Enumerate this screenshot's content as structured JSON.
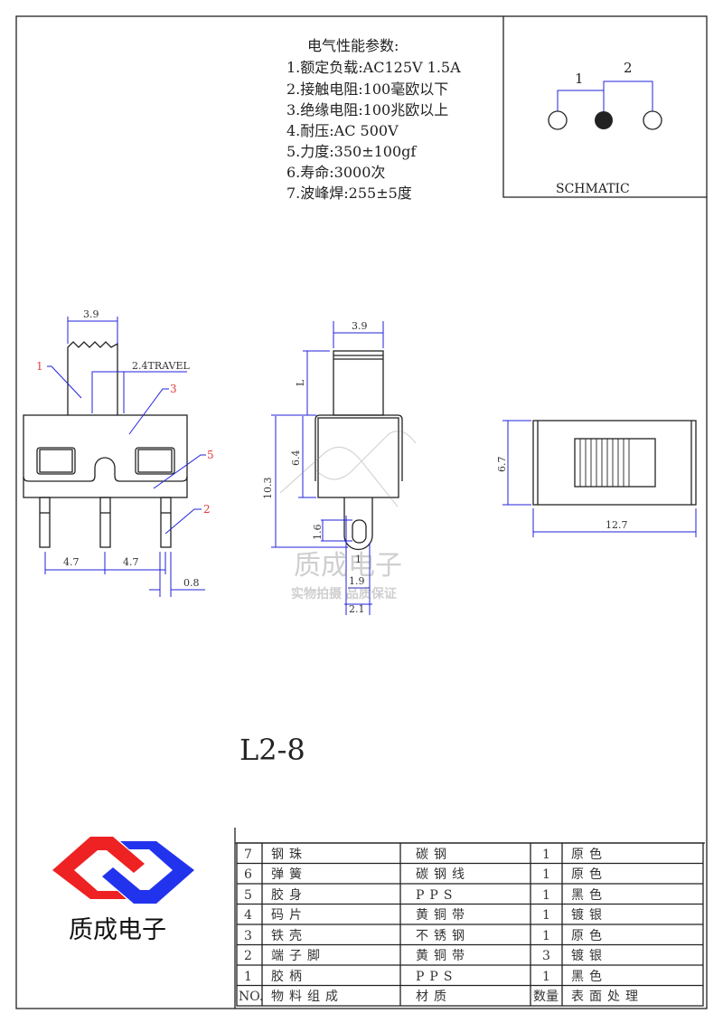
{
  "specs": {
    "title": "电气性能参数:",
    "items": [
      "1.额定负载:AC125V 1.5A",
      "2.接触电阻:100毫欧以下",
      "3.绝缘电阻:100兆欧以上",
      "4.耐压:AC 500V",
      "5.力度:350±100gf",
      "6.寿命:3000次",
      "7.波峰焊:255±5度"
    ]
  },
  "schematic": {
    "label": "SCHMATIC",
    "pin1": "1",
    "pin2": "2"
  },
  "front_view": {
    "dim_width": "3.9",
    "dim_travel": "2.4TRAVEL",
    "dim_pitch_left": "4.7",
    "dim_pitch_right": "4.7",
    "dim_pin": "0.8",
    "callouts": [
      "1",
      "3",
      "5",
      "2"
    ]
  },
  "side_view": {
    "dim_width": "3.9",
    "dim_L": "L",
    "dim_body": "6.4",
    "dim_total": "10.3",
    "dim_pin_len": "1.6",
    "dim_1": "1",
    "dim_1_9": "1.9",
    "dim_2_1": "2.1"
  },
  "top_view": {
    "dim_height": "6.7",
    "dim_length": "12.7"
  },
  "watermark": {
    "name": "质成电子",
    "slogan": "实物拍摄 品质保证"
  },
  "model": "L2-8",
  "logo": {
    "company": "质成电子",
    "red": "#ee2222",
    "blue": "#2233ee"
  },
  "bom": {
    "header": {
      "no": "NO.",
      "part": "物料组成",
      "material": "材质",
      "qty": "数量",
      "finish": "表面处理"
    },
    "rows": [
      {
        "no": "7",
        "part": "钢珠",
        "material": "碳钢",
        "qty": "1",
        "finish": "原色"
      },
      {
        "no": "6",
        "part": "弹簧",
        "material": "碳钢线",
        "qty": "1",
        "finish": "原色"
      },
      {
        "no": "5",
        "part": "胶身",
        "material": "PPS",
        "qty": "1",
        "finish": "黑色"
      },
      {
        "no": "4",
        "part": "码片",
        "material": "黄铜带",
        "qty": "1",
        "finish": "镀银"
      },
      {
        "no": "3",
        "part": "铁壳",
        "material": "不锈钢",
        "qty": "1",
        "finish": "原色"
      },
      {
        "no": "2",
        "part": "端子脚",
        "material": "黄铜带",
        "qty": "3",
        "finish": "镀银"
      },
      {
        "no": "1",
        "part": "胶柄",
        "material": "PPS",
        "qty": "1",
        "finish": "黑色"
      }
    ]
  }
}
